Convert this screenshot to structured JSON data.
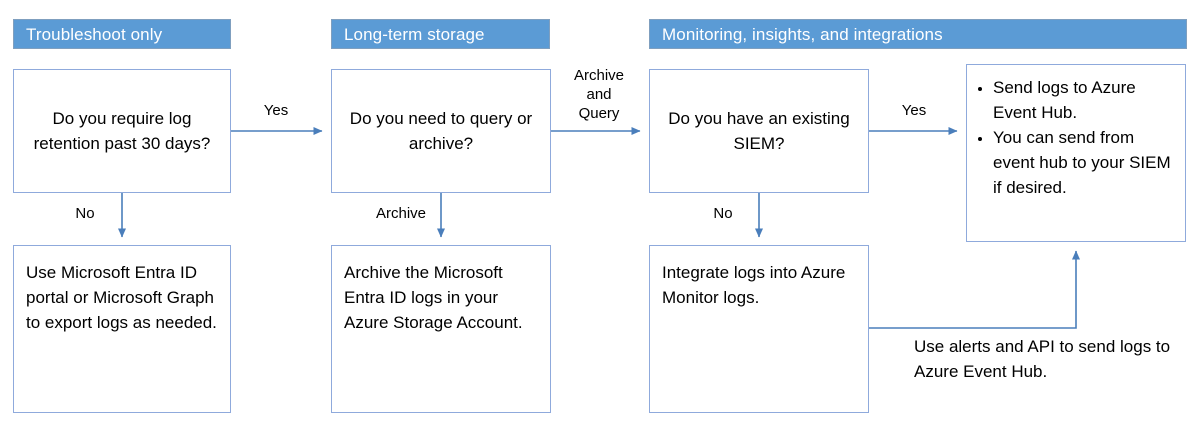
{
  "diagram": {
    "title": "Microsoft Entra ID log retention decision flowchart",
    "accent_color": "#5B9BD5",
    "node_border_color": "#8FAADC",
    "connector_color": "#4A7EBB",
    "header_text_color": "#FFFFFF"
  },
  "bands": [
    {
      "id": "troubleshoot",
      "label": "Troubleshoot only"
    },
    {
      "id": "longterm",
      "label": "Long-term storage"
    },
    {
      "id": "monitoring",
      "label": "Monitoring, insights, and integrations"
    }
  ],
  "nodes": {
    "retention_question": {
      "text": "Do you require log retention past 30 days?"
    },
    "entra_portal_action": {
      "text": "Use Microsoft Entra ID portal or Microsoft Graph to export logs as needed."
    },
    "query_archive_question": {
      "text": "Do you need to query or archive?"
    },
    "archive_storage_action": {
      "text": "Archive the Microsoft Entra ID logs in your Azure Storage Account."
    },
    "siem_question": {
      "text": "Do you have an existing SIEM?"
    },
    "azure_monitor_action": {
      "text": "Integrate logs into Azure Monitor logs."
    },
    "event_hub_action": {
      "bullets": [
        "Send logs to Azure Event Hub.",
        "You can send from event hub to your SIEM if desired."
      ]
    }
  },
  "edge_labels": {
    "retention_yes": "Yes",
    "retention_no": "No",
    "query_archive": "Archive",
    "archive_and_query": "Archive\nand\nQuery",
    "siem_yes": "Yes",
    "siem_no": "No"
  },
  "free_labels": {
    "alerts_api": "Use alerts and API to send logs to Azure Event Hub."
  },
  "flow": {
    "type": "flowchart",
    "edges": [
      {
        "from": "retention_question",
        "to": "query_archive_question",
        "label": "Yes"
      },
      {
        "from": "retention_question",
        "to": "entra_portal_action",
        "label": "No"
      },
      {
        "from": "query_archive_question",
        "to": "archive_storage_action",
        "label": "Archive"
      },
      {
        "from": "query_archive_question",
        "to": "siem_question",
        "label": "Archive and Query"
      },
      {
        "from": "siem_question",
        "to": "event_hub_action",
        "label": "Yes"
      },
      {
        "from": "siem_question",
        "to": "azure_monitor_action",
        "label": "No"
      },
      {
        "from": "azure_monitor_action",
        "to": "event_hub_action",
        "label": "Use alerts and API to send logs to Azure Event Hub."
      }
    ]
  }
}
